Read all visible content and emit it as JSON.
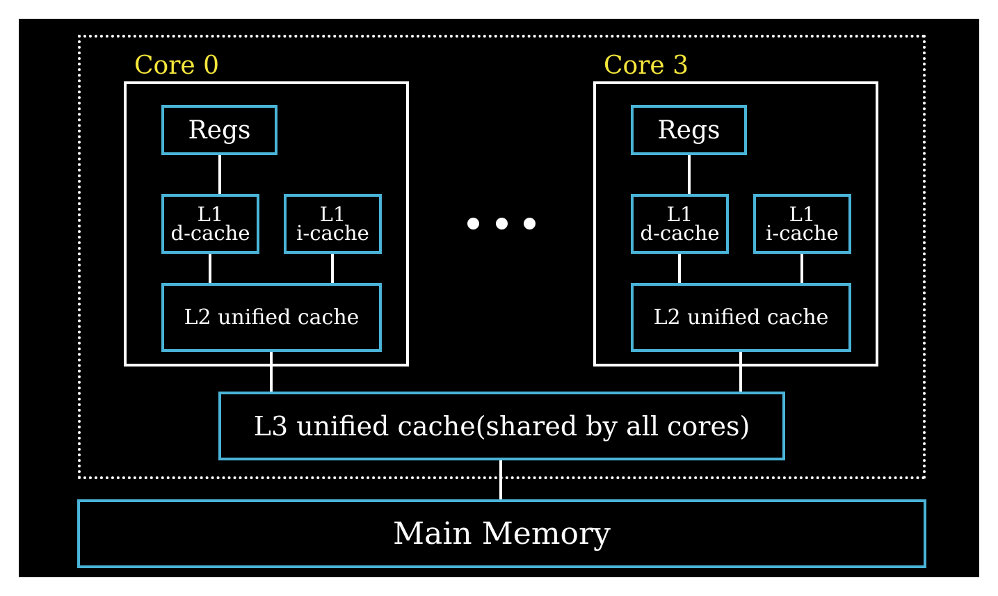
{
  "diagram": {
    "colors": {
      "background": "#000000",
      "page": "#ffffff",
      "cache_border": "#4ab4d8",
      "core_border": "#ffffff",
      "core_label": "#f5e63c",
      "text": "#ffffff"
    },
    "cores": [
      {
        "label": "Core 0",
        "regs": "Regs",
        "l1_d": {
          "line1": "L1",
          "line2": "d-cache"
        },
        "l1_i": {
          "line1": "L1",
          "line2": "i-cache"
        },
        "l2": "L2 unified cache"
      },
      {
        "label": "Core 3",
        "regs": "Regs",
        "l1_d": {
          "line1": "L1",
          "line2": "d-cache"
        },
        "l1_i": {
          "line1": "L1",
          "line2": "i-cache"
        },
        "l2": "L2 unified cache"
      }
    ],
    "l3": "L3 unified cache(shared by all cores)",
    "main_memory": "Main Memory"
  }
}
